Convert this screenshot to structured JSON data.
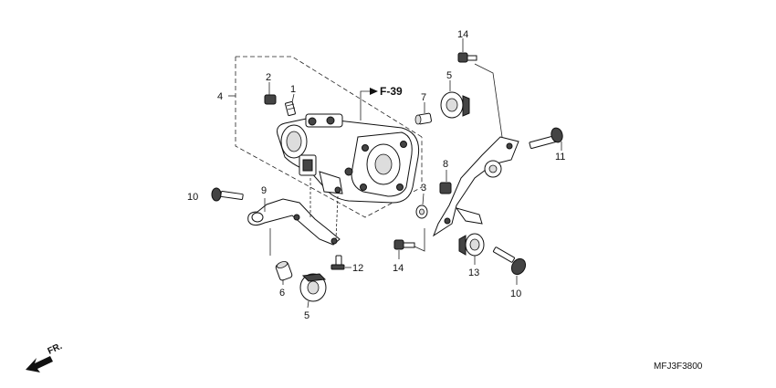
{
  "reference": "F-39",
  "drawing_code": "MFJ3F3800",
  "front_label": "FR.",
  "callouts": [
    {
      "id": "c1",
      "text": "1"
    },
    {
      "id": "c2",
      "text": "2"
    },
    {
      "id": "c3",
      "text": "3"
    },
    {
      "id": "c4",
      "text": "4"
    },
    {
      "id": "c5a",
      "text": "5"
    },
    {
      "id": "c5b",
      "text": "5"
    },
    {
      "id": "c6",
      "text": "6"
    },
    {
      "id": "c7",
      "text": "7"
    },
    {
      "id": "c8",
      "text": "8"
    },
    {
      "id": "c9",
      "text": "9"
    },
    {
      "id": "c10a",
      "text": "10"
    },
    {
      "id": "c10b",
      "text": "10"
    },
    {
      "id": "c11",
      "text": "11"
    },
    {
      "id": "c12",
      "text": "12"
    },
    {
      "id": "c13",
      "text": "13"
    },
    {
      "id": "c14a",
      "text": "14"
    },
    {
      "id": "c14b",
      "text": "14"
    }
  ]
}
